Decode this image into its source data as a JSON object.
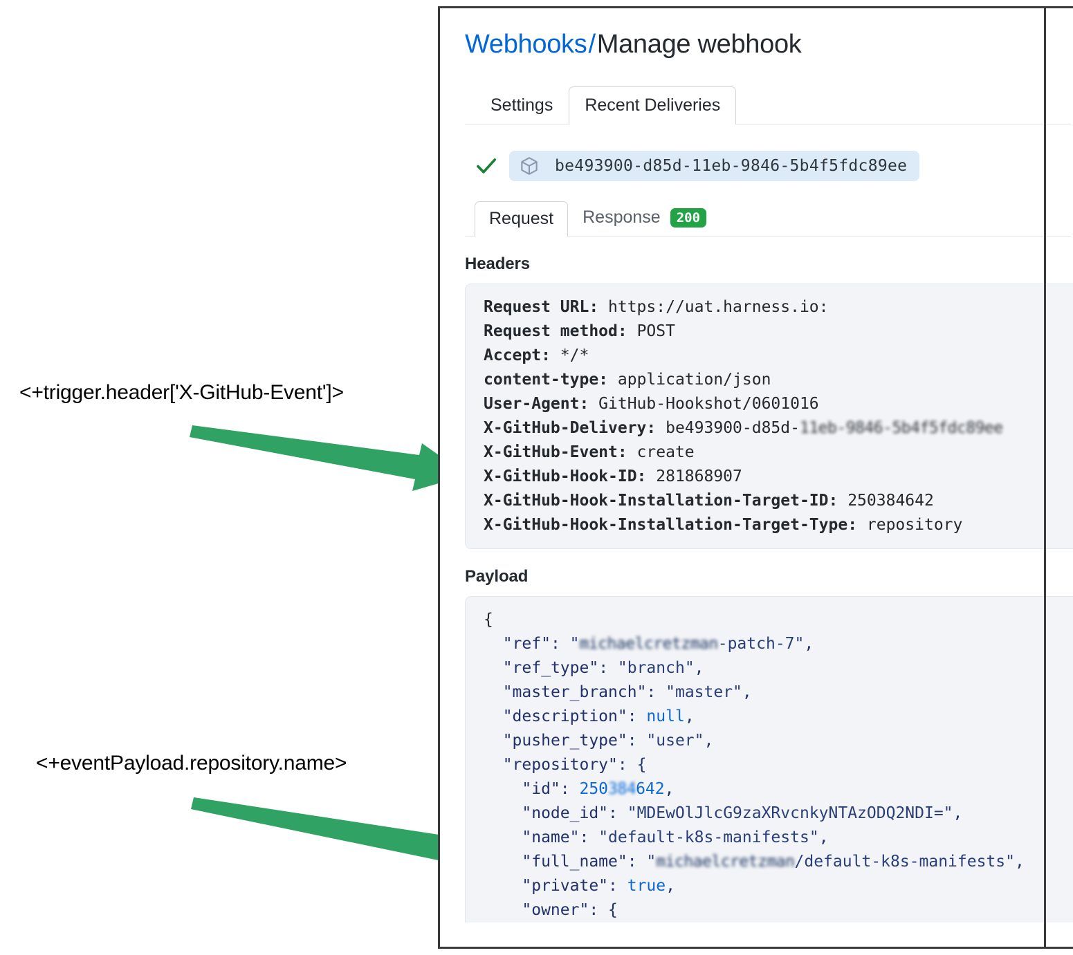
{
  "annotations": [
    {
      "id": "trigger-header",
      "text": "<+trigger.header['X-GitHub-Event']>"
    },
    {
      "id": "event-payload",
      "text": "<+eventPayload.repository.name>"
    }
  ],
  "colors": {
    "arrow_green": "#2fa264",
    "link_blue": "#0366d6",
    "status_green": "#22a345",
    "check_green": "#1a7f37",
    "pill_blue": "#ddeaf8",
    "code_bg": "#f2f4f7",
    "panel_border": "#3b3b3b"
  },
  "breadcrumb": {
    "link_label": "Webhooks",
    "separator": "/",
    "current_label": "Manage webhook"
  },
  "tabs": {
    "settings_label": "Settings",
    "recent_deliveries_label": "Recent Deliveries",
    "active": "Recent Deliveries"
  },
  "delivery": {
    "status_icon": "check-icon",
    "package_icon": "cube-icon",
    "guid": "be493900-d85d-11eb-9846-5b4f5fdc89ee"
  },
  "subtabs": {
    "request_label": "Request",
    "response_label": "Response",
    "response_status": "200",
    "active": "Request"
  },
  "sections": {
    "headers_label": "Headers",
    "payload_label": "Payload"
  },
  "headers": [
    {
      "key": "Request URL:",
      "value": "https://uat.harness.io:"
    },
    {
      "key": "Request method:",
      "value": "POST"
    },
    {
      "key": "Accept:",
      "value": "*/*"
    },
    {
      "key": "content-type:",
      "value": "application/json"
    },
    {
      "key": "User-Agent:",
      "value": "GitHub-Hookshot/0601016"
    },
    {
      "key": "X-GitHub-Delivery:",
      "value": "be493900-d85d-11eb-9846-5b4f5fdc89ee",
      "visible_prefix": "be493900-d85d-",
      "redacted_suffix": "11eb-9846-5b4f5fdc89ee"
    },
    {
      "key": "X-GitHub-Event:",
      "value": "create"
    },
    {
      "key": "X-GitHub-Hook-ID:",
      "value": "281868907"
    },
    {
      "key": "X-GitHub-Hook-Installation-Target-ID:",
      "value": "250384642"
    },
    {
      "key": "X-GitHub-Hook-Installation-Target-Type:",
      "value": "repository"
    }
  ],
  "payload_lines": [
    {
      "indent": 0,
      "parts": [
        {
          "t": "brace",
          "s": "{"
        }
      ]
    },
    {
      "indent": 1,
      "parts": [
        {
          "t": "key",
          "s": "\"ref\""
        },
        {
          "t": "punc",
          "s": ": "
        },
        {
          "t": "str",
          "s": "\""
        },
        {
          "t": "redstr",
          "s": "michaelcretzman"
        },
        {
          "t": "str",
          "s": "-patch-7\""
        },
        {
          "t": "punc",
          "s": ","
        }
      ]
    },
    {
      "indent": 1,
      "parts": [
        {
          "t": "key",
          "s": "\"ref_type\""
        },
        {
          "t": "punc",
          "s": ": "
        },
        {
          "t": "str",
          "s": "\"branch\""
        },
        {
          "t": "punc",
          "s": ","
        }
      ]
    },
    {
      "indent": 1,
      "parts": [
        {
          "t": "key",
          "s": "\"master_branch\""
        },
        {
          "t": "punc",
          "s": ": "
        },
        {
          "t": "str",
          "s": "\"master\""
        },
        {
          "t": "punc",
          "s": ","
        }
      ]
    },
    {
      "indent": 1,
      "parts": [
        {
          "t": "key",
          "s": "\"description\""
        },
        {
          "t": "punc",
          "s": ": "
        },
        {
          "t": "lit",
          "s": "null"
        },
        {
          "t": "punc",
          "s": ","
        }
      ]
    },
    {
      "indent": 1,
      "parts": [
        {
          "t": "key",
          "s": "\"pusher_type\""
        },
        {
          "t": "punc",
          "s": ": "
        },
        {
          "t": "str",
          "s": "\"user\""
        },
        {
          "t": "punc",
          "s": ","
        }
      ]
    },
    {
      "indent": 1,
      "parts": [
        {
          "t": "key",
          "s": "\"repository\""
        },
        {
          "t": "punc",
          "s": ": {"
        }
      ]
    },
    {
      "indent": 2,
      "parts": [
        {
          "t": "key",
          "s": "\"id\""
        },
        {
          "t": "punc",
          "s": ": "
        },
        {
          "t": "num",
          "s": "250"
        },
        {
          "t": "rednum",
          "s": "384"
        },
        {
          "t": "num",
          "s": "642"
        },
        {
          "t": "punc",
          "s": ","
        }
      ]
    },
    {
      "indent": 2,
      "parts": [
        {
          "t": "key",
          "s": "\"node_id\""
        },
        {
          "t": "punc",
          "s": ": "
        },
        {
          "t": "str",
          "s": "\"MDEwOlJlcG9zaXRvcnkyNTAzODQ2NDI=\""
        },
        {
          "t": "punc",
          "s": ","
        }
      ]
    },
    {
      "indent": 2,
      "parts": [
        {
          "t": "key",
          "s": "\"name\""
        },
        {
          "t": "punc",
          "s": ": "
        },
        {
          "t": "str",
          "s": "\"default-k8s-manifests\""
        },
        {
          "t": "punc",
          "s": ","
        }
      ]
    },
    {
      "indent": 2,
      "parts": [
        {
          "t": "key",
          "s": "\"full_name\""
        },
        {
          "t": "punc",
          "s": ": "
        },
        {
          "t": "str",
          "s": "\""
        },
        {
          "t": "redstr",
          "s": "michaelcretzman"
        },
        {
          "t": "str",
          "s": "/default-k8s-manifests\""
        },
        {
          "t": "punc",
          "s": ","
        }
      ]
    },
    {
      "indent": 2,
      "parts": [
        {
          "t": "key",
          "s": "\"private\""
        },
        {
          "t": "punc",
          "s": ": "
        },
        {
          "t": "lit",
          "s": "true"
        },
        {
          "t": "punc",
          "s": ","
        }
      ]
    },
    {
      "indent": 2,
      "parts": [
        {
          "t": "key",
          "s": "\"owner\""
        },
        {
          "t": "punc",
          "s": ": {"
        }
      ]
    }
  ]
}
